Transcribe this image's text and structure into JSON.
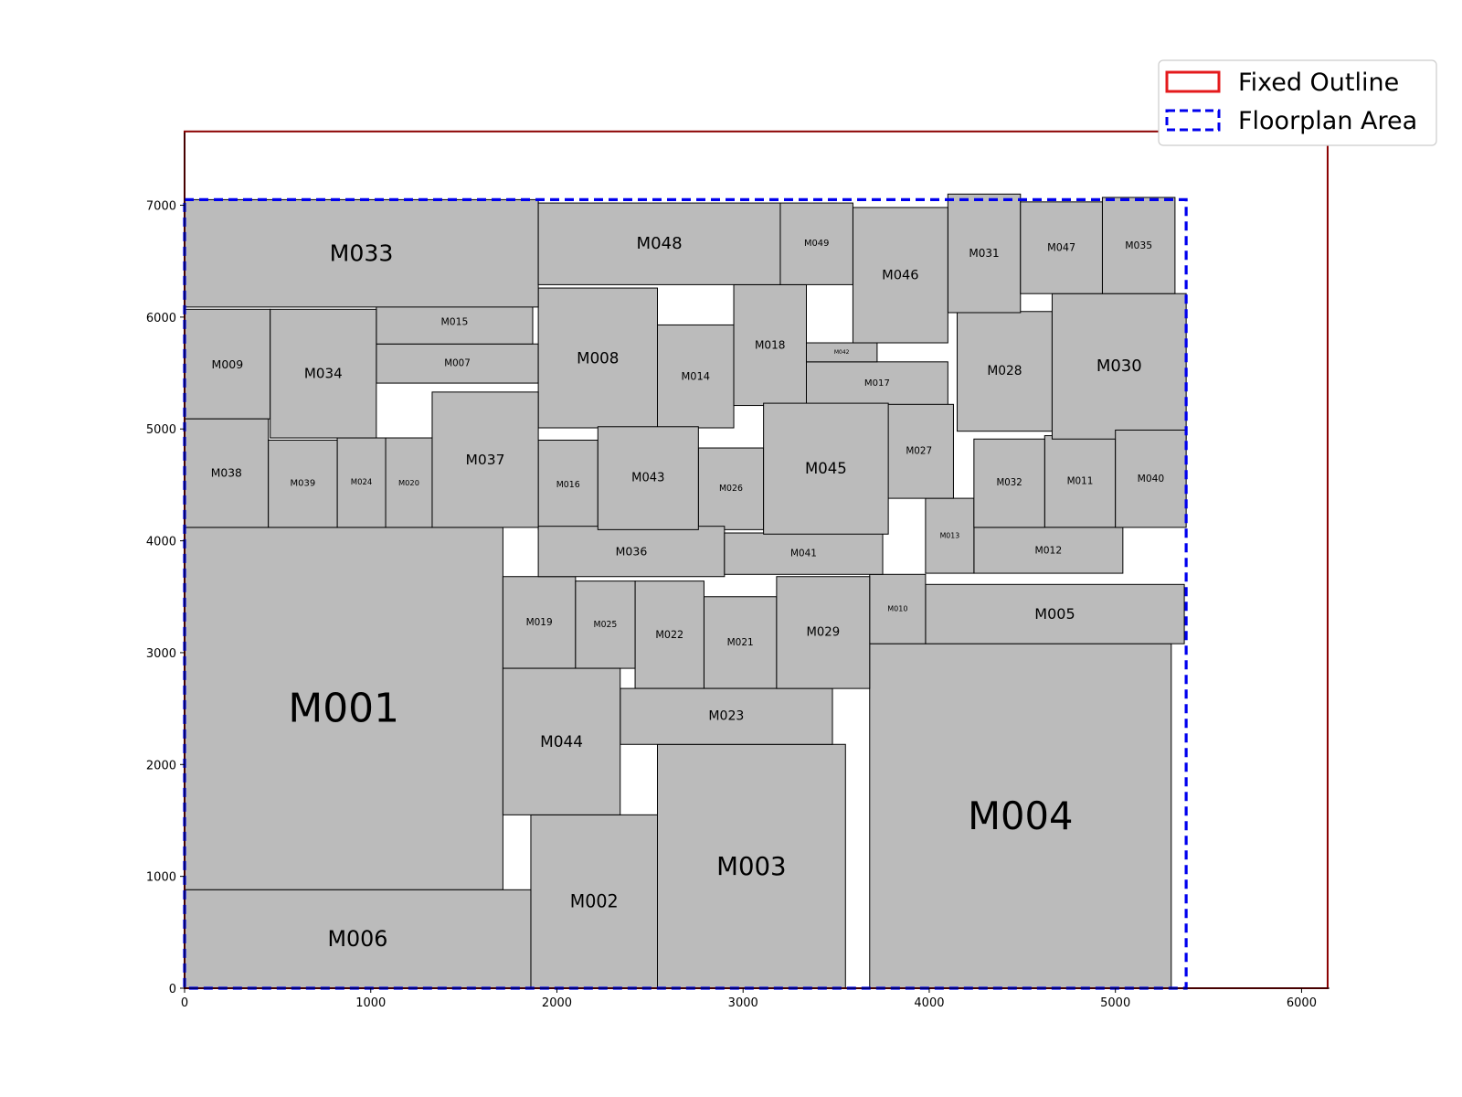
{
  "chart_data": {
    "type": "floorplan",
    "xlim": [
      0,
      6150
    ],
    "ylim": [
      0,
      7650
    ],
    "x_ticks": [
      0,
      1000,
      2000,
      3000,
      4000,
      5000,
      6000
    ],
    "y_ticks": [
      0,
      1000,
      2000,
      3000,
      4000,
      5000,
      6000,
      7000
    ],
    "fixed_outline": {
      "width": 6140,
      "height": 7660
    },
    "floorplan_area": {
      "width": 5380,
      "height": 7050
    },
    "legend": {
      "placement": "top-right",
      "entries": [
        {
          "label": "Fixed Outline",
          "color": "#e41a1c",
          "style": "solid"
        },
        {
          "label": "Floorplan Area",
          "color": "#0000ee",
          "style": "dashed"
        }
      ]
    },
    "colors": {
      "module_fill": "#bbbbbb",
      "module_edge": "#000000",
      "outline": "#8b0000",
      "area": "#0000ee"
    },
    "modules": [
      {
        "name": "M001",
        "x": 0,
        "y": 880,
        "w": 1710,
        "h": 3240
      },
      {
        "name": "M002",
        "x": 1860,
        "y": 0,
        "w": 680,
        "h": 1550
      },
      {
        "name": "M003",
        "x": 2540,
        "y": 0,
        "w": 1010,
        "h": 2180
      },
      {
        "name": "M004",
        "x": 3680,
        "y": 0,
        "w": 1620,
        "h": 3080
      },
      {
        "name": "M005",
        "x": 3980,
        "y": 3080,
        "w": 1390,
        "h": 530
      },
      {
        "name": "M006",
        "x": 0,
        "y": 0,
        "w": 1860,
        "h": 880
      },
      {
        "name": "M007",
        "x": 1030,
        "y": 5410,
        "w": 870,
        "h": 350
      },
      {
        "name": "M008",
        "x": 1900,
        "y": 5010,
        "w": 640,
        "h": 1250
      },
      {
        "name": "M009",
        "x": 0,
        "y": 5090,
        "w": 460,
        "h": 980
      },
      {
        "name": "M010",
        "x": 3680,
        "y": 3080,
        "w": 300,
        "h": 620
      },
      {
        "name": "M011",
        "x": 4620,
        "y": 4120,
        "w": 380,
        "h": 820
      },
      {
        "name": "M012",
        "x": 4240,
        "y": 3710,
        "w": 800,
        "h": 410
      },
      {
        "name": "M013",
        "x": 3980,
        "y": 3710,
        "w": 260,
        "h": 670
      },
      {
        "name": "M014",
        "x": 2540,
        "y": 5010,
        "w": 410,
        "h": 920
      },
      {
        "name": "M015",
        "x": 1030,
        "y": 5760,
        "w": 840,
        "h": 400
      },
      {
        "name": "M016",
        "x": 1900,
        "y": 4100,
        "w": 320,
        "h": 800
      },
      {
        "name": "M017",
        "x": 3340,
        "y": 5210,
        "w": 760,
        "h": 390
      },
      {
        "name": "M018",
        "x": 2950,
        "y": 5210,
        "w": 390,
        "h": 1080
      },
      {
        "name": "M019",
        "x": 1710,
        "y": 2860,
        "w": 390,
        "h": 820
      },
      {
        "name": "M020",
        "x": 1080,
        "y": 4120,
        "w": 250,
        "h": 800
      },
      {
        "name": "M021",
        "x": 2790,
        "y": 2680,
        "w": 390,
        "h": 820
      },
      {
        "name": "M022",
        "x": 2420,
        "y": 2680,
        "w": 370,
        "h": 960
      },
      {
        "name": "M023",
        "x": 2340,
        "y": 2180,
        "w": 1140,
        "h": 500
      },
      {
        "name": "M024",
        "x": 820,
        "y": 4120,
        "w": 260,
        "h": 800
      },
      {
        "name": "M025",
        "x": 2100,
        "y": 2860,
        "w": 320,
        "h": 780
      },
      {
        "name": "M026",
        "x": 2760,
        "y": 4100,
        "w": 350,
        "h": 730
      },
      {
        "name": "M027",
        "x": 3760,
        "y": 4380,
        "w": 370,
        "h": 840
      },
      {
        "name": "M028",
        "x": 4150,
        "y": 4980,
        "w": 510,
        "h": 1070
      },
      {
        "name": "M029",
        "x": 3180,
        "y": 2680,
        "w": 500,
        "h": 1000
      },
      {
        "name": "M030",
        "x": 4660,
        "y": 4910,
        "w": 720,
        "h": 1300
      },
      {
        "name": "M031",
        "x": 4100,
        "y": 6040,
        "w": 390,
        "h": 1060
      },
      {
        "name": "M032",
        "x": 4240,
        "y": 4120,
        "w": 380,
        "h": 790
      },
      {
        "name": "M033",
        "x": 0,
        "y": 6090,
        "w": 1900,
        "h": 960
      },
      {
        "name": "M034",
        "x": 460,
        "y": 4920,
        "w": 570,
        "h": 1150
      },
      {
        "name": "M035",
        "x": 4930,
        "y": 6210,
        "w": 390,
        "h": 860
      },
      {
        "name": "M036",
        "x": 1900,
        "y": 3680,
        "w": 1000,
        "h": 450
      },
      {
        "name": "M037",
        "x": 1330,
        "y": 4120,
        "w": 570,
        "h": 1210
      },
      {
        "name": "M038",
        "x": 0,
        "y": 4120,
        "w": 450,
        "h": 970
      },
      {
        "name": "M039",
        "x": 450,
        "y": 4120,
        "w": 370,
        "h": 780
      },
      {
        "name": "M040",
        "x": 5000,
        "y": 4120,
        "w": 380,
        "h": 870
      },
      {
        "name": "M041",
        "x": 2900,
        "y": 3700,
        "w": 850,
        "h": 370
      },
      {
        "name": "M042",
        "x": 3340,
        "y": 5600,
        "w": 380,
        "h": 170
      },
      {
        "name": "M043",
        "x": 2220,
        "y": 4100,
        "w": 540,
        "h": 920
      },
      {
        "name": "M044",
        "x": 1710,
        "y": 1550,
        "w": 630,
        "h": 1310
      },
      {
        "name": "M045",
        "x": 3110,
        "y": 4060,
        "w": 670,
        "h": 1170
      },
      {
        "name": "M046",
        "x": 3590,
        "y": 5770,
        "w": 510,
        "h": 1210
      },
      {
        "name": "M047",
        "x": 4490,
        "y": 6210,
        "w": 440,
        "h": 820
      },
      {
        "name": "M048",
        "x": 1900,
        "y": 6290,
        "w": 1300,
        "h": 730
      },
      {
        "name": "M049",
        "x": 3200,
        "y": 6290,
        "w": 390,
        "h": 730
      }
    ]
  }
}
